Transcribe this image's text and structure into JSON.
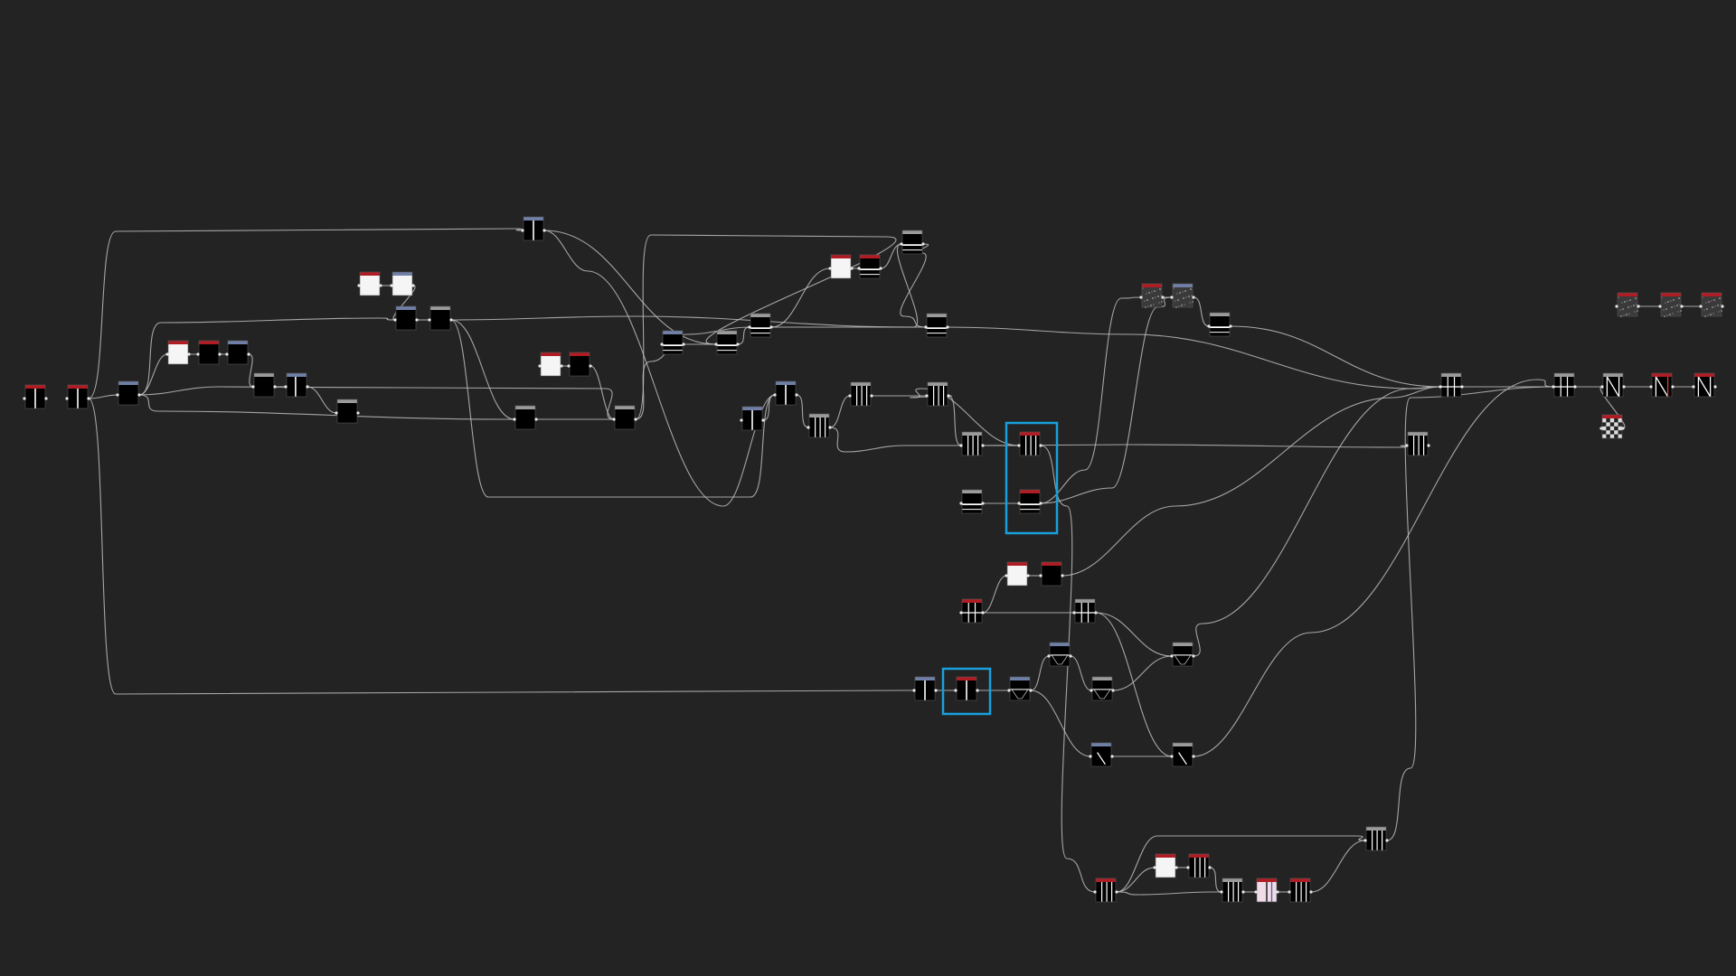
{
  "canvas": {
    "background": "#232323",
    "wire_color": "#bdbdbd",
    "selection_color": "#19a0dc"
  },
  "header_colors": {
    "gray": "#9a9a9a",
    "red": "#b01c24",
    "blue": "#6f7fa6"
  },
  "node_caption": "",
  "selection_groups": 2,
  "nodes": [
    {
      "id": "n1",
      "header": "red",
      "thumb": "bar"
    },
    {
      "id": "n2",
      "header": "red",
      "thumb": "bar"
    },
    {
      "id": "n3",
      "header": "blue",
      "thumb": "black"
    },
    {
      "id": "n4",
      "header": "red",
      "thumb": "white"
    },
    {
      "id": "n5",
      "header": "red",
      "thumb": "black"
    },
    {
      "id": "n6",
      "header": "blue",
      "thumb": "black"
    },
    {
      "id": "n7",
      "header": "gray",
      "thumb": "black"
    },
    {
      "id": "n8",
      "header": "blue",
      "thumb": "bar2"
    },
    {
      "id": "n9",
      "header": "gray",
      "thumb": "black"
    },
    {
      "id": "n10",
      "header": "red",
      "thumb": "white"
    },
    {
      "id": "n11",
      "header": "blue",
      "thumb": "white"
    },
    {
      "id": "n12",
      "header": "blue",
      "thumb": "black"
    },
    {
      "id": "n13",
      "header": "gray",
      "thumb": "black"
    },
    {
      "id": "n14",
      "header": "blue",
      "thumb": "bar"
    },
    {
      "id": "n15",
      "header": "gray",
      "thumb": "black"
    },
    {
      "id": "n16",
      "header": "red",
      "thumb": "white"
    },
    {
      "id": "n17",
      "header": "red",
      "thumb": "black"
    },
    {
      "id": "n18",
      "header": "gray",
      "thumb": "black"
    },
    {
      "id": "n19",
      "header": "blue",
      "thumb": "hbar"
    },
    {
      "id": "n20",
      "header": "gray",
      "thumb": "hbar"
    },
    {
      "id": "n21",
      "header": "gray",
      "thumb": "hbar"
    },
    {
      "id": "n22",
      "header": "red",
      "thumb": "white"
    },
    {
      "id": "n23",
      "header": "red",
      "thumb": "hbar"
    },
    {
      "id": "n24",
      "header": "gray",
      "thumb": "hbar"
    },
    {
      "id": "n25",
      "header": "gray",
      "thumb": "hbar"
    },
    {
      "id": "n26",
      "header": "blue",
      "thumb": "bar"
    },
    {
      "id": "n27",
      "header": "blue",
      "thumb": "bar"
    },
    {
      "id": "n28",
      "header": "gray",
      "thumb": "bars"
    },
    {
      "id": "n29",
      "header": "gray",
      "thumb": "bars"
    },
    {
      "id": "n30",
      "header": "gray",
      "thumb": "bars"
    },
    {
      "id": "n31",
      "header": "gray",
      "thumb": "bars"
    },
    {
      "id": "n32",
      "header": "red",
      "thumb": "bars"
    },
    {
      "id": "n33",
      "header": "gray",
      "thumb": "hbar"
    },
    {
      "id": "n34",
      "header": "red",
      "thumb": "hbar"
    },
    {
      "id": "n35",
      "header": "red",
      "thumb": "noise"
    },
    {
      "id": "n36",
      "header": "blue",
      "thumb": "noise"
    },
    {
      "id": "n37",
      "header": "gray",
      "thumb": "hbar"
    },
    {
      "id": "n38",
      "header": "gray",
      "thumb": "grid"
    },
    {
      "id": "n39",
      "header": "gray",
      "thumb": "bars"
    },
    {
      "id": "n40",
      "header": "gray",
      "thumb": "grid"
    },
    {
      "id": "n41",
      "header": "gray",
      "thumb": "n"
    },
    {
      "id": "n42",
      "header": "red",
      "thumb": "nred"
    },
    {
      "id": "n43",
      "header": "red",
      "thumb": "n"
    },
    {
      "id": "n44",
      "header": "red",
      "thumb": "checker"
    },
    {
      "id": "n45",
      "header": "red",
      "thumb": "noise"
    },
    {
      "id": "n46",
      "header": "red",
      "thumb": "noise"
    },
    {
      "id": "n47",
      "header": "red",
      "thumb": "noise"
    },
    {
      "id": "n48",
      "header": "red",
      "thumb": "white"
    },
    {
      "id": "n49",
      "header": "red",
      "thumb": "black"
    },
    {
      "id": "n50",
      "header": "red",
      "thumb": "grid"
    },
    {
      "id": "n51",
      "header": "gray",
      "thumb": "grid"
    },
    {
      "id": "n52",
      "header": "gray",
      "thumb": "trap"
    },
    {
      "id": "n53",
      "header": "blue",
      "thumb": "trap"
    },
    {
      "id": "n54",
      "header": "blue",
      "thumb": "bar"
    },
    {
      "id": "n55",
      "header": "red",
      "thumb": "bar"
    },
    {
      "id": "n56",
      "header": "blue",
      "thumb": "trap"
    },
    {
      "id": "n57",
      "header": "gray",
      "thumb": "trap"
    },
    {
      "id": "n58",
      "header": "blue",
      "thumb": "diag"
    },
    {
      "id": "n59",
      "header": "gray",
      "thumb": "diag"
    },
    {
      "id": "n60",
      "header": "red",
      "thumb": "bars"
    },
    {
      "id": "n61",
      "header": "red",
      "thumb": "white"
    },
    {
      "id": "n62",
      "header": "red",
      "thumb": "bars"
    },
    {
      "id": "n63",
      "header": "gray",
      "thumb": "bars"
    },
    {
      "id": "n64",
      "header": "red",
      "thumb": "pink"
    },
    {
      "id": "n65",
      "header": "red",
      "thumb": "bars"
    },
    {
      "id": "n66",
      "header": "gray",
      "thumb": "bars"
    }
  ]
}
